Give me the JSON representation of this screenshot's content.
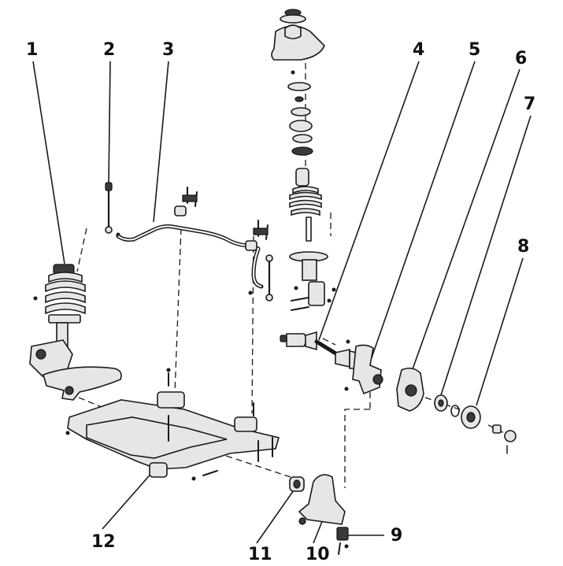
{
  "callouts": [
    {
      "id": "1",
      "label": "1"
    },
    {
      "id": "2",
      "label": "2"
    },
    {
      "id": "3",
      "label": "3"
    },
    {
      "id": "4",
      "label": "4"
    },
    {
      "id": "5",
      "label": "5"
    },
    {
      "id": "6",
      "label": "6"
    },
    {
      "id": "7",
      "label": "7"
    },
    {
      "id": "8",
      "label": "8"
    },
    {
      "id": "9",
      "label": "9"
    },
    {
      "id": "10",
      "label": "10"
    },
    {
      "id": "11",
      "label": "11"
    },
    {
      "id": "12",
      "label": "12"
    }
  ],
  "colors": {
    "ink": "#1a1a1a",
    "part_fill": "#e6e6e6",
    "background": "#ffffff"
  }
}
